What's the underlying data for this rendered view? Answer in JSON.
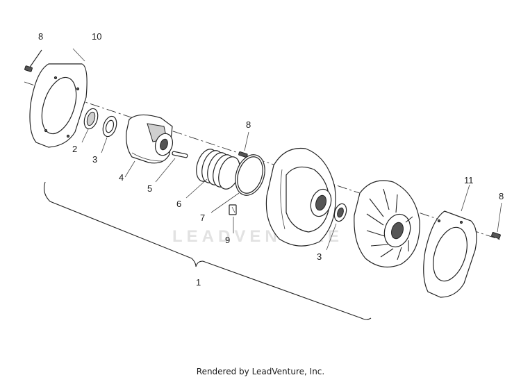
{
  "diagram": {
    "watermark": "LEADVENTURE",
    "callouts": {
      "c1": "1",
      "c2": "2",
      "c3a": "3",
      "c3b": "3",
      "c4": "4",
      "c5": "5",
      "c6": "6",
      "c7": "7",
      "c8a": "8",
      "c8b": "8",
      "c8c": "8",
      "c9": "9",
      "c10": "10",
      "c11": "11"
    }
  },
  "footer": {
    "text": "Rendered by LeadVenture, Inc."
  }
}
